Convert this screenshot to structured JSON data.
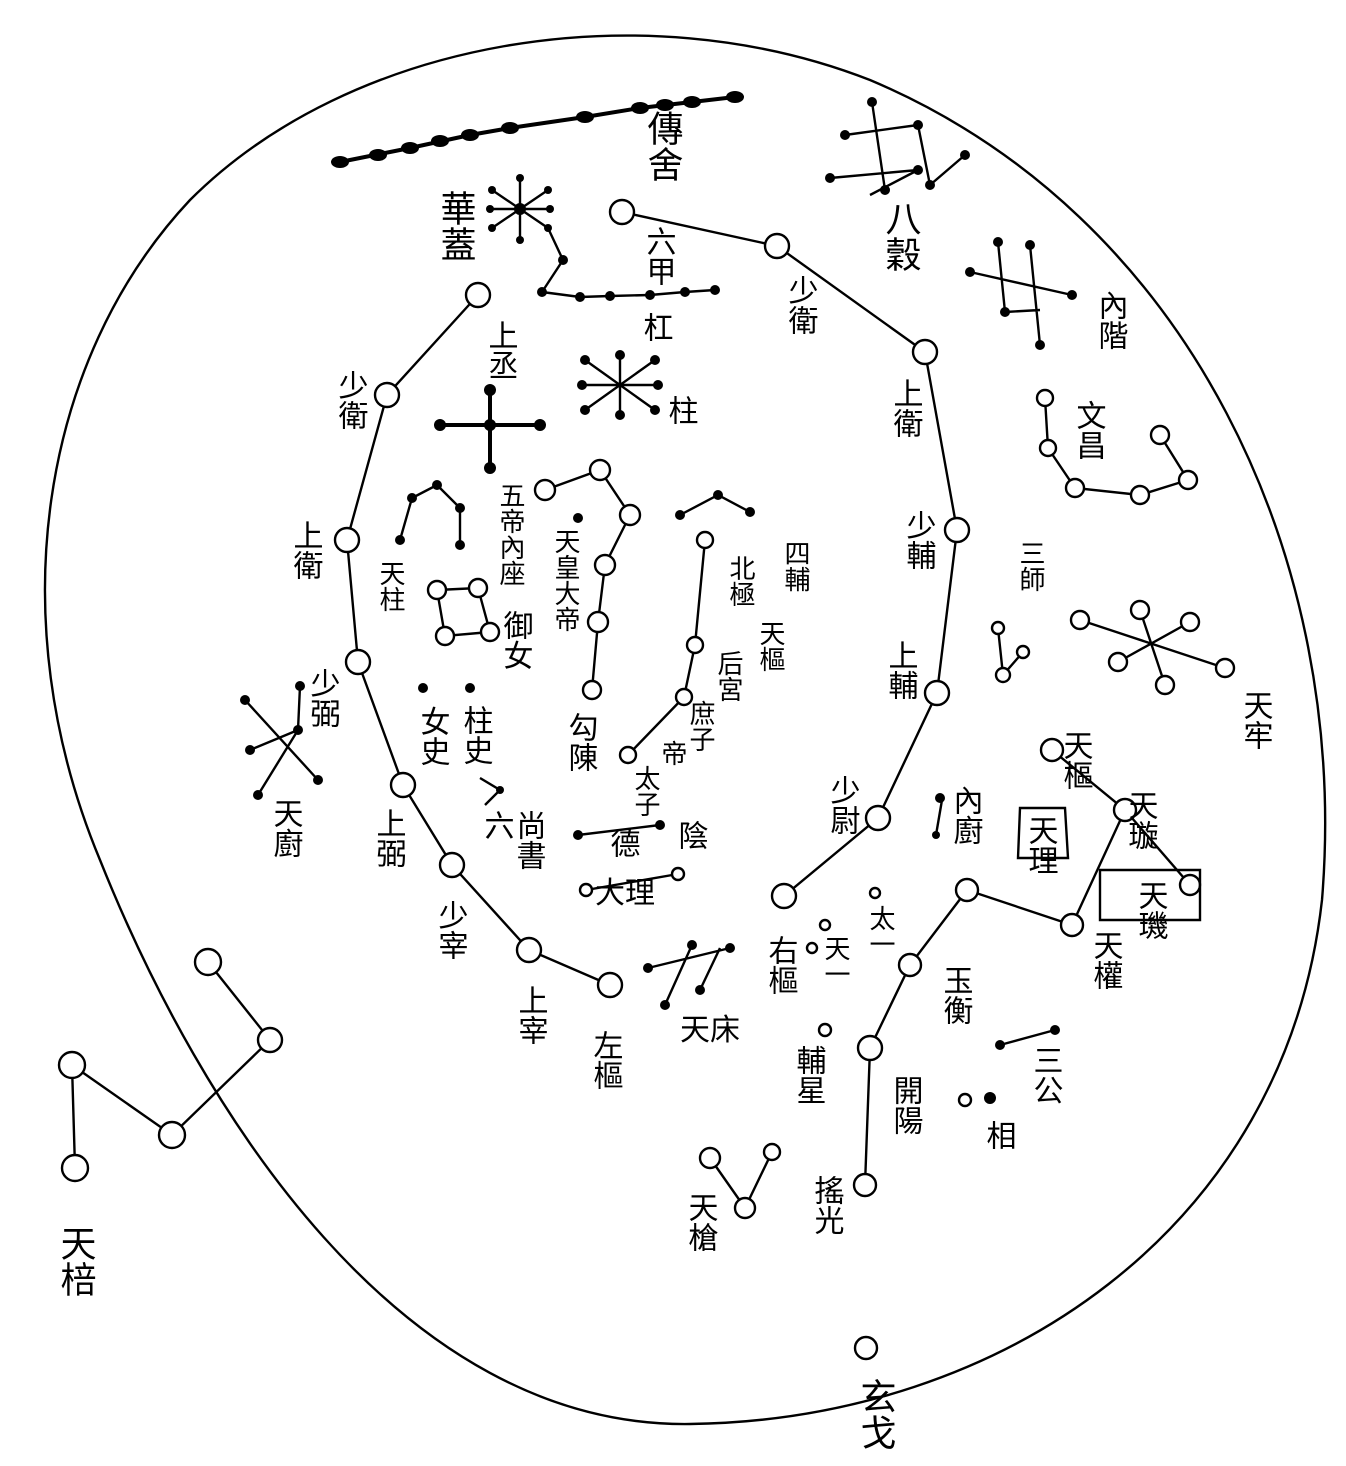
{
  "colors": {
    "ink": "#000000",
    "paper": "#ffffff"
  },
  "labels": {
    "huagai": "華蓋",
    "chuanshe": "傳舍",
    "liugou": "六甲",
    "gang": "杠",
    "zhu": "柱",
    "bagu": "八穀",
    "neijie": "內階",
    "wenchang": "文昌",
    "sanshi": "三師",
    "tianlao": "天牢",
    "shangcheng_l": "上丞",
    "shaowei_l": "少衛",
    "shangwei_l": "上衛",
    "shaobi_l": "少弼",
    "shangbi_l": "上弼",
    "shaozai_l": "少宰",
    "shangzai_l": "上宰",
    "zuoshu": "左樞",
    "shaowei_r": "少衛",
    "shangwei_r": "上衛",
    "shaofu_r": "少輔",
    "shangfu_r": "上輔",
    "shaowei_r2": "少尉",
    "youshu": "右樞",
    "wudi": "五帝內座",
    "tianzhu": "天柱",
    "tianhuang": "天皇大帝",
    "sifu": "四輔",
    "beiji": "北極",
    "tianshu": "天樞",
    "housong": "后宮",
    "shuzi": "庶子",
    "dizi": "帝",
    "taizi": "太子",
    "yunv": "御女",
    "nushi": "女史",
    "zhushi": "柱史",
    "gouchen": "勾陳",
    "liu": "六",
    "shangshu": "尚書",
    "yin": "陰",
    "dedi": "德",
    "dali": "大理",
    "tianchuang": "天床",
    "tianchu": "天廚",
    "neichu": "內廚",
    "tianli": "天理",
    "tianshu2": "天樞",
    "tianxuan": "天璇",
    "tianji": "天璣",
    "tianquan": "天權",
    "taiyi": "太一",
    "tianyi": "天一",
    "yuheng": "玉衡",
    "kaiyang": "開陽",
    "xiang": "相",
    "sangong": "三公",
    "fuxing": "輔星",
    "yaoguang": "搖光",
    "tianqiang": "天槍",
    "tianpei": "天棓",
    "xuange": "玄戈",
    "tianbian": "天",
    "yi": "一"
  }
}
